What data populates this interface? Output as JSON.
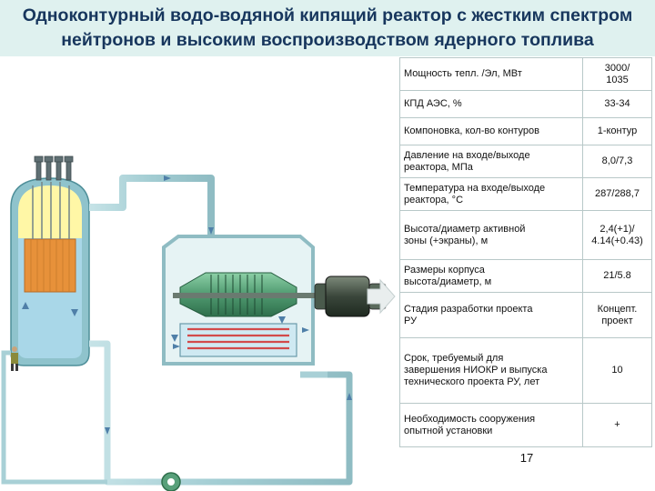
{
  "slide": {
    "title_line1": "Одноконтурный водо-водяной кипящий реактор с жестким спектром",
    "title_line2": "нейтронов и высоким воспроизводством ядерного топлива",
    "page_number": "17"
  },
  "specs": [
    {
      "label": "Мощность тепл. /Эл, МВт",
      "value": "3000/\n1035"
    },
    {
      "label": "КПД АЭС, %",
      "value": "33-34"
    },
    {
      "label": "Компоновка, кол-во контуров",
      "value": "1-контур"
    },
    {
      "label": "Давление на входе/выходе\nреактора, МПа",
      "value": "8,0/7,3"
    },
    {
      "label": "Температура на входе/выходе\nреактора, °С",
      "value": "287/288,7"
    },
    {
      "label": "Высота/диаметр активной\nзоны (+экраны), м",
      "value": "2,4(+1)/\n4.14(+0.43)"
    },
    {
      "label": "Размеры корпуса\nвысота/диаметр, м",
      "value": "21/5.8"
    },
    {
      "label": "Стадия разработки проекта\nРУ",
      "value": "Концепт.\nпроект"
    },
    {
      "label": "Срок, требуемый для\nзавершения НИОКР и выпуска\nтехнического проекта РУ, лет",
      "value": "10"
    },
    {
      "label": "Необходимость сооружения\nопытной установки",
      "value": "+"
    }
  ],
  "colors": {
    "title_text": "#17365d",
    "title_band": "#dff1ef",
    "vessel_shell": "#8fc3cc",
    "steam": "#fff7a6",
    "water": "#a9d7e8",
    "core": "#e7913a",
    "pipe": "#a8d0d6",
    "turbine": "#58a07a",
    "generator": "#3d4a3e",
    "condenser_tubes": "#d24a4a"
  }
}
